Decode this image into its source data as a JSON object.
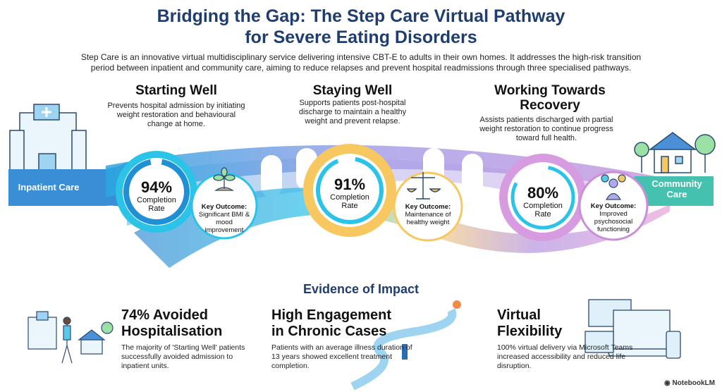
{
  "header": {
    "title_line1": "Bridging the Gap: The Step Care Virtual Pathway",
    "title_line2": "for Severe Eating Disorders",
    "intro": "Step Care is an innovative virtual multidisciplinary service delivering intensive CBT-E to adults in their own homes. It addresses the high-risk transition period between inpatient and community care, aiming to reduce relapses and prevent hospital readmissions through three specialised pathways."
  },
  "endpoints": {
    "start": "Inpatient Care",
    "end_line1": "Community",
    "end_line2": "Care"
  },
  "pathways": [
    {
      "title": "Starting Well",
      "description": "Prevents hospital admission by initiating weight restoration and behavioural change at home.",
      "completion": "94%",
      "completion_label": "Completion Rate",
      "completion_value": 94,
      "outcome_label": "Key Outcome:",
      "outcome": "Significant BMI & mood improvement",
      "icon": "sprout-icon",
      "color": "#29b6e6"
    },
    {
      "title": "Staying Well",
      "description": "Supports patients post-hospital discharge to maintain a healthy weight and prevent relapse.",
      "completion": "91%",
      "completion_label": "Completion Rate",
      "completion_value": 91,
      "outcome_label": "Key Outcome:",
      "outcome": "Maintenance of healthy weight",
      "icon": "scales-icon",
      "color": "#f6c85f"
    },
    {
      "title": "Working Towards Recovery",
      "description": "Assists patients discharged with partial weight restoration to continue progress toward full health.",
      "completion": "80%",
      "completion_label": "Completion Rate",
      "completion_value": 80,
      "outcome_label": "Key Outcome:",
      "outcome": "Improved psychosocial functioning",
      "icon": "people-icon",
      "color": "#c98fd8"
    }
  ],
  "evidence": {
    "heading": "Evidence of Impact",
    "items": [
      {
        "title_line1": "74% Avoided",
        "title_line2": "Hospitalisation",
        "text": "The majority of 'Starting Well' patients successfully avoided admission to inpatient units."
      },
      {
        "title_line1": "High Engagement",
        "title_line2": "in Chronic Cases",
        "text": "Patients with an average illness duration of 13 years showed excellent treatment completion."
      },
      {
        "title_line1": "Virtual",
        "title_line2": "Flexibility",
        "text": "100% virtual delivery via Microsoft Teams increased accessibility and reduced life disruption."
      }
    ]
  },
  "footer": {
    "brand": "NotebookLM"
  },
  "colors": {
    "title": "#1f3d6e",
    "inpatient": "#3a8ed6",
    "community": "#45c1b0"
  }
}
